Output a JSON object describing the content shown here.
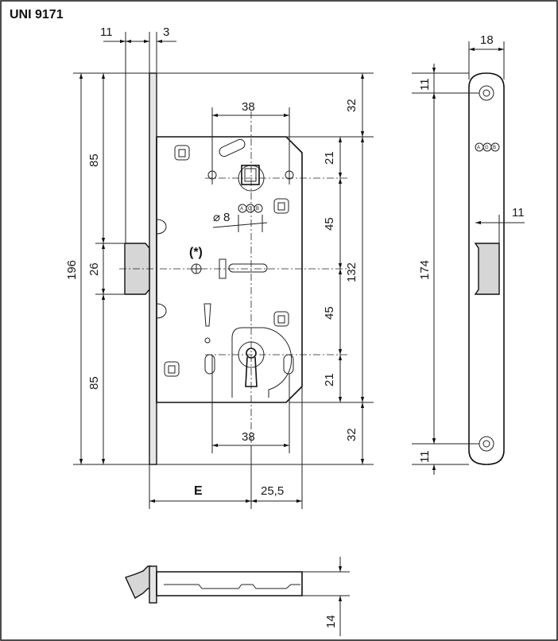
{
  "title": "UNI 9171",
  "dimensions": {
    "top_11": "11",
    "top_3": "3",
    "d_38_top": "38",
    "d_32_top": "32",
    "d_21_top": "21",
    "d_8": "8",
    "d_45_top": "45",
    "d_45_bot": "45",
    "d_21_bot": "21",
    "d_132": "132",
    "d_32_bot": "32",
    "d_38_bot": "38",
    "d_196": "196",
    "d_85_top": "85",
    "d_26": "26",
    "d_85_bot": "85",
    "d_E": "E",
    "d_25_5": "25,5",
    "d_18": "18",
    "d_11_plate_top": "11",
    "d_11_strike": "11",
    "d_174": "174",
    "d_11_plate_bot": "11",
    "d_14": "14"
  },
  "note": "(*)",
  "logo": "AGB",
  "diameter_symbol": "⌀"
}
